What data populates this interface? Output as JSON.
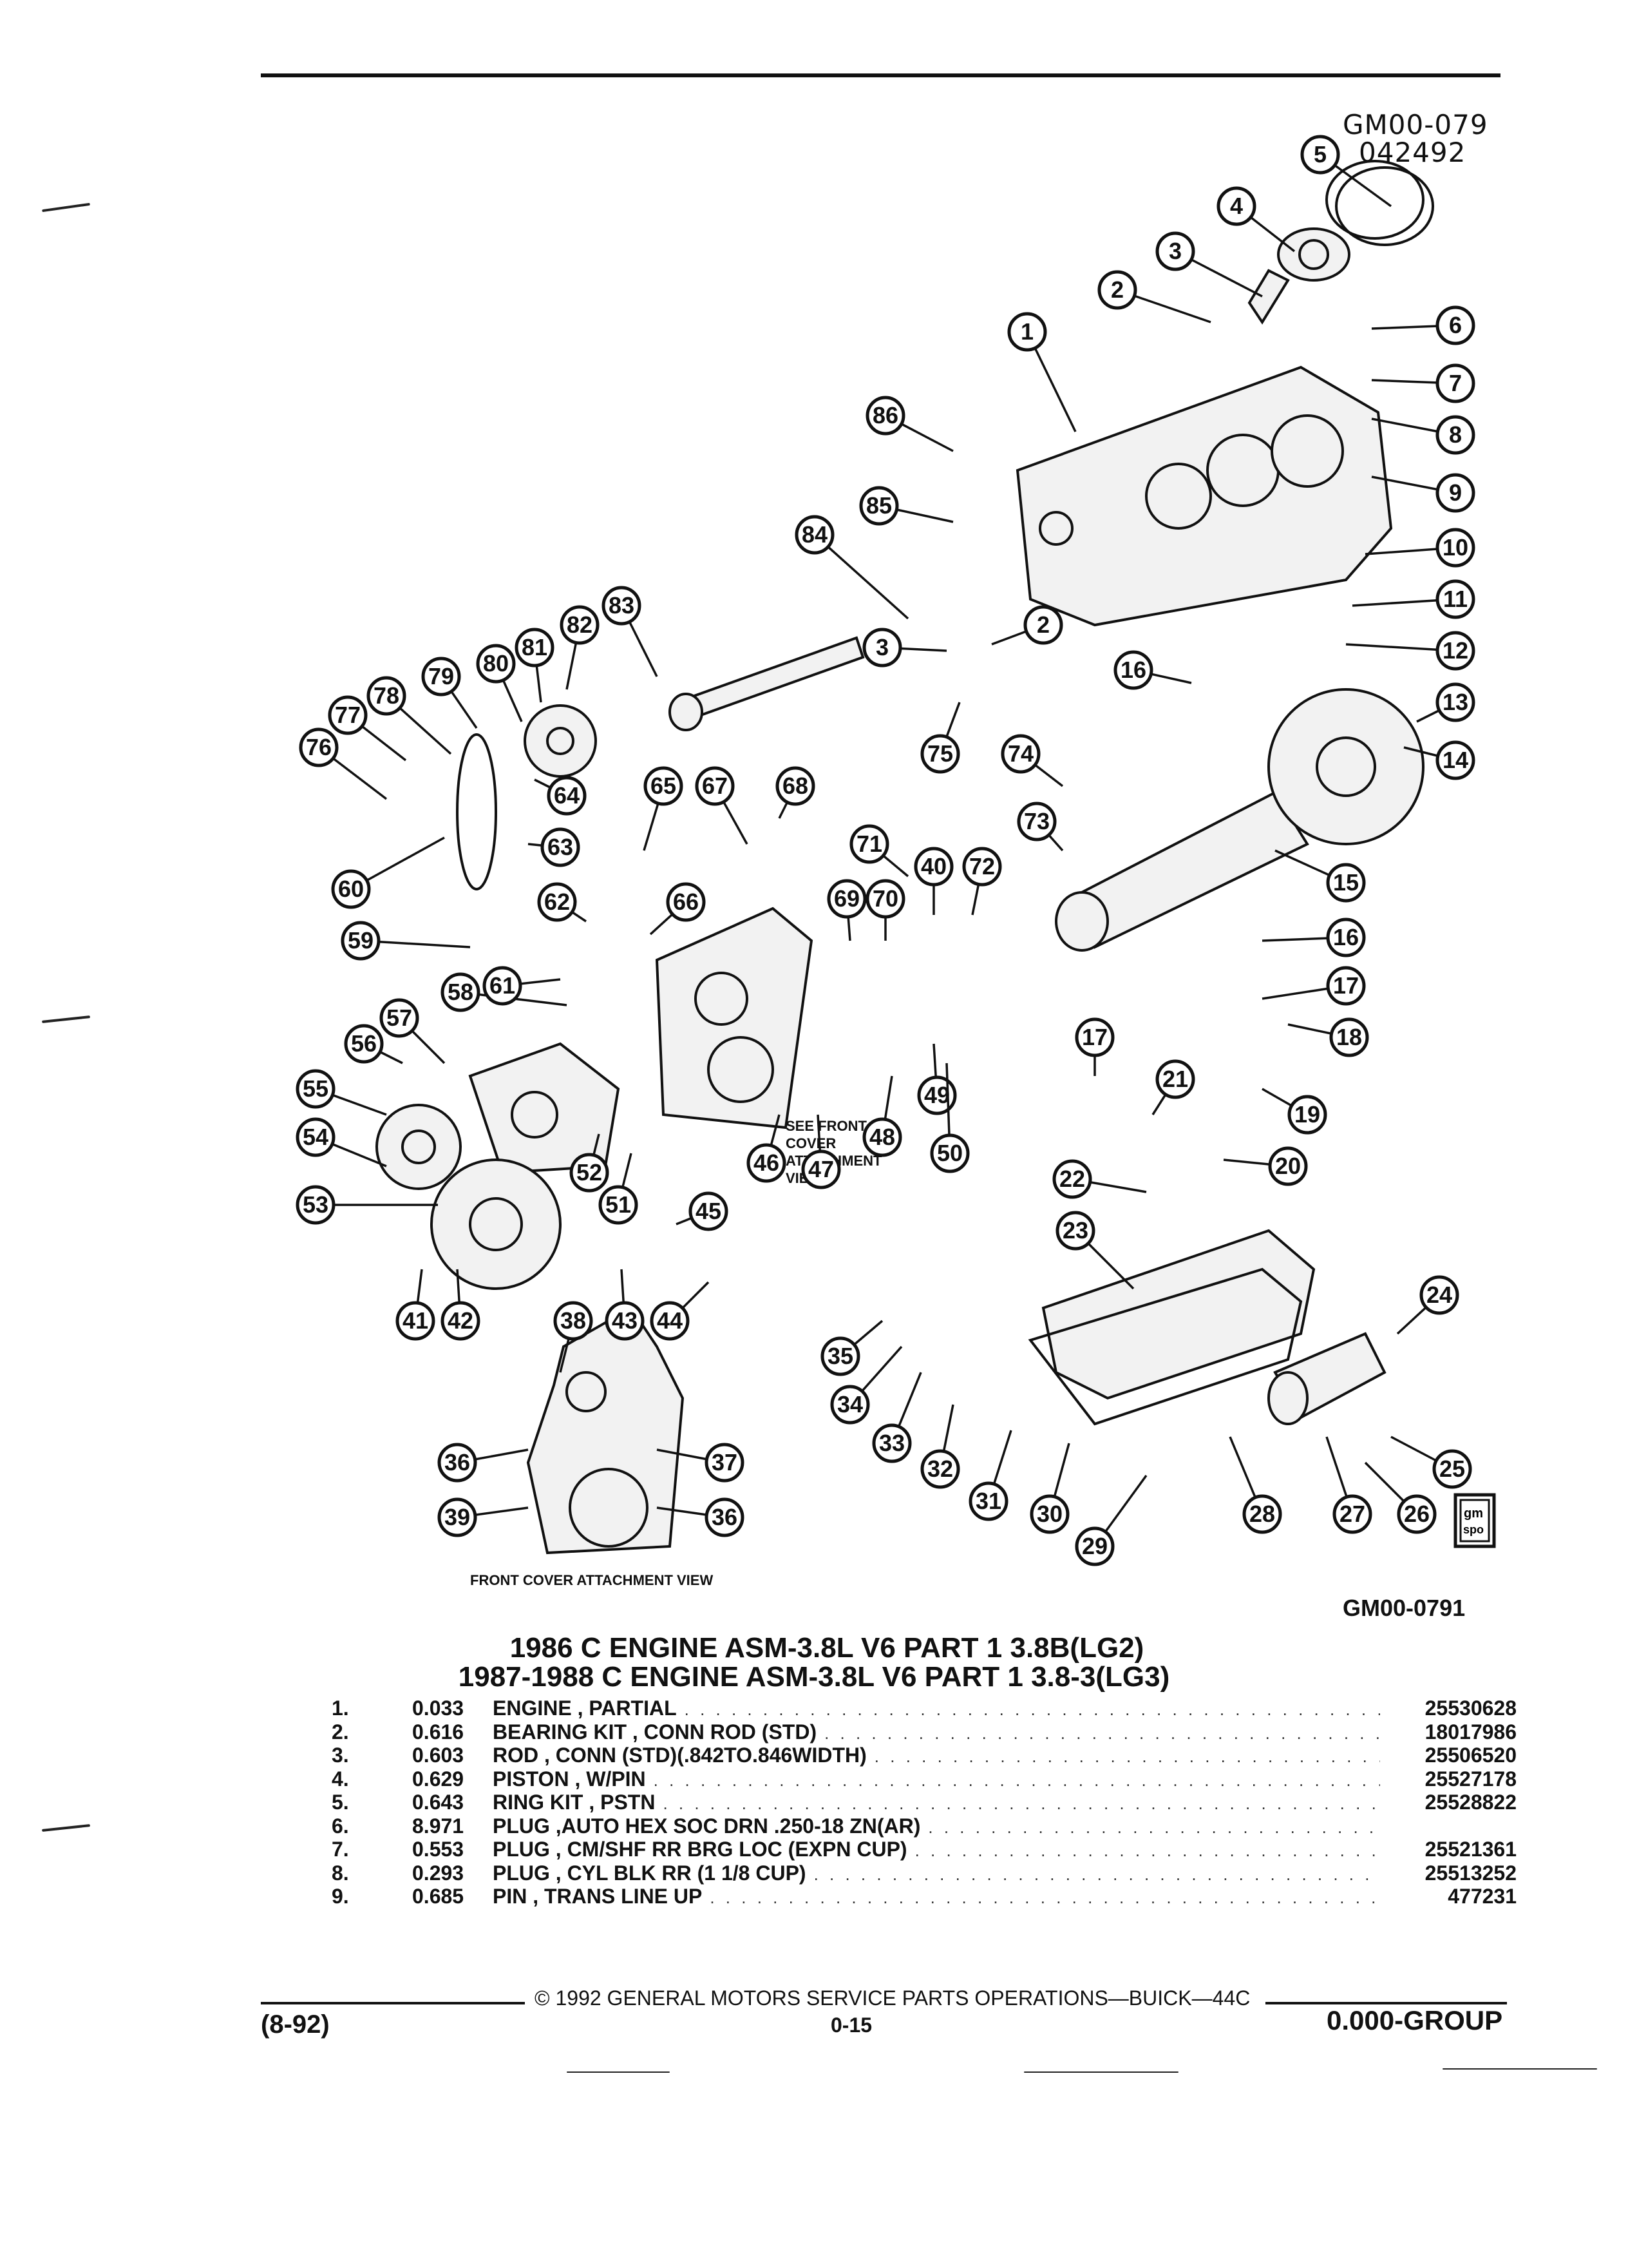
{
  "diagram": {
    "code_top": "GM00-079",
    "code_top_b": "042492",
    "figure_ref": "GM00-0791",
    "front_cover_note": [
      "SEE FRONT",
      "COVER",
      "ATTACHMENT",
      "VIEW"
    ],
    "front_cover_view_label": "FRONT COVER ATTACHMENT VIEW",
    "logo_text": [
      "gm",
      "spo"
    ]
  },
  "title": {
    "line1": "1986 C ENGINE ASM-3.8L V6 PART 1 3.8B(LG2)",
    "line2": "1987-1988 C ENGINE ASM-3.8L V6 PART 1 3.8-3(LG3)"
  },
  "parts": [
    {
      "num": "1.",
      "qty": "0.033",
      "desc": "ENGINE , PARTIAL",
      "pn": "25530628"
    },
    {
      "num": "2.",
      "qty": "0.616",
      "desc": "BEARING KIT , CONN ROD (STD)",
      "pn": "18017986"
    },
    {
      "num": "3.",
      "qty": "0.603",
      "desc": "ROD , CONN (STD)(.842TO.846WIDTH)",
      "pn": "25506520"
    },
    {
      "num": "4.",
      "qty": "0.629",
      "desc": "PISTON , W/PIN",
      "pn": "25527178"
    },
    {
      "num": "5.",
      "qty": "0.643",
      "desc": "RING KIT , PSTN",
      "pn": "25528822"
    },
    {
      "num": "6.",
      "qty": "8.971",
      "desc": "PLUG ,AUTO HEX SOC DRN .250-18 ZN(AR)",
      "pn": ""
    },
    {
      "num": "7.",
      "qty": "0.553",
      "desc": "PLUG , CM/SHF RR BRG LOC (EXPN CUP)",
      "pn": "25521361"
    },
    {
      "num": "8.",
      "qty": "0.293",
      "desc": "PLUG , CYL BLK RR (1 1/8 CUP)",
      "pn": "25513252"
    },
    {
      "num": "9.",
      "qty": "0.685",
      "desc": "PIN , TRANS LINE UP",
      "pn": "477231"
    }
  ],
  "footer": {
    "copyright": "© 1992 GENERAL MOTORS SERVICE PARTS OPERATIONS—BUICK—44C",
    "page_number": "0-15",
    "left_code": "(8-92)",
    "group": "0.000-GROUP"
  }
}
